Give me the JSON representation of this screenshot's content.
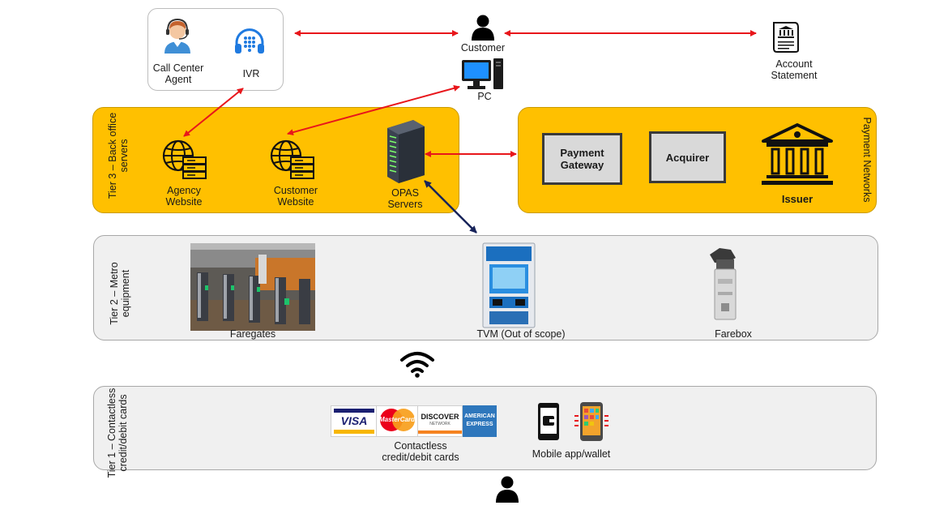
{
  "top": {
    "call_center_agent": "Call Center\nAgent",
    "ivr": "IVR",
    "customer": "Customer",
    "pc": "PC",
    "account_statement": "Account\nStatement"
  },
  "tier3": {
    "label": "Tier 3 – Back office\nservers",
    "agency_website": "Agency\nWebsite",
    "customer_website": "Customer\nWebsite",
    "opas_servers": "OPAS\nServers"
  },
  "payment_networks": {
    "label": "Payment Networks",
    "payment_gateway": "Payment\nGateway",
    "acquirer": "Acquirer",
    "issuer": "Issuer"
  },
  "tier2": {
    "label": "Tier 2 – Metro\nequipment",
    "faregates": "Faregates",
    "tvm": "TVM (Out of scope)",
    "farebox": "Farebox"
  },
  "tier1": {
    "label": "Tier 1 – Contactless\ncredit/debit cards",
    "cards_caption": "Contactless\ncredit/debit cards",
    "mobile_caption": "Mobile app/wallet",
    "card_brands": {
      "visa": "VISA",
      "mastercard": "MasterCard",
      "discover": "DISCOVER",
      "discover_sub": "NETWORK",
      "amex_line1": "AMERICAN",
      "amex_line2": "EXPRESS"
    }
  },
  "colors": {
    "tier_yellow": "#ffc000",
    "tier_grey": "#f0f0f0",
    "arrow_red": "#e8161b",
    "arrow_navy": "#17235a"
  },
  "icons": {
    "agent": "headset-agent-icon",
    "ivr": "phone-keypad-icon",
    "customer": "person-icon",
    "pc": "desktop-computer-icon",
    "statement": "bank-statement-icon",
    "website": "globe-server-icon",
    "servers": "server-rack-icon",
    "issuer": "bank-building-icon",
    "wifi": "contactless-wifi-icon",
    "wallet": "mobile-wallet-icon",
    "apps": "smartphone-apps-icon"
  }
}
